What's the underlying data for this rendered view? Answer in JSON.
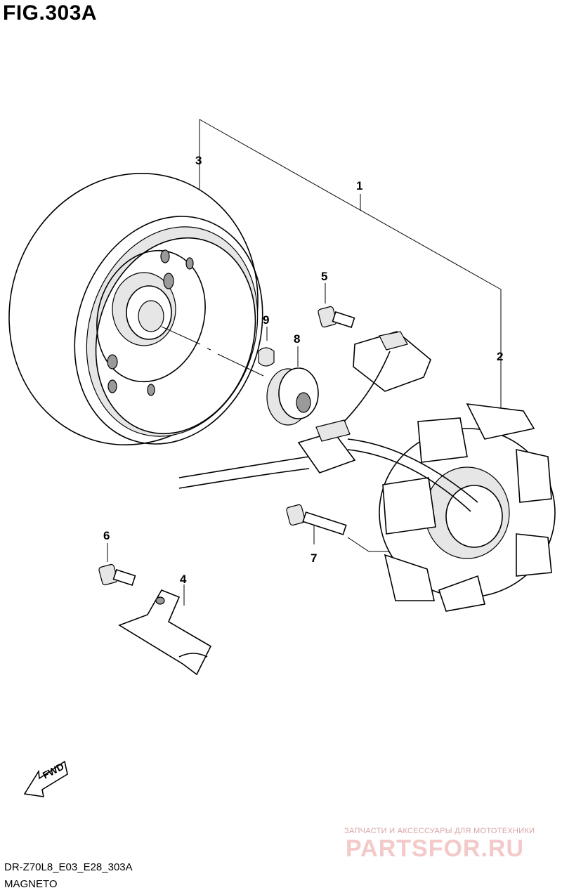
{
  "figure": {
    "title": "FIG.303A"
  },
  "footer": {
    "code": "DR-Z70L8_E03_E28_303A",
    "name": "MAGNETO"
  },
  "callouts": [
    {
      "label": "1"
    },
    {
      "label": "2"
    },
    {
      "label": "3"
    },
    {
      "label": "4"
    },
    {
      "label": "5"
    },
    {
      "label": "6"
    },
    {
      "label": "7"
    },
    {
      "label": "8"
    },
    {
      "label": "9"
    }
  ],
  "direction_arrow": {
    "label": "FWD"
  },
  "watermark": {
    "tagline": "ЗАПЧАСТИ И АКСЕССУАРЫ ДЛЯ МОТОТЕХНИКИ",
    "logo": "PARTSFOR.RU"
  }
}
